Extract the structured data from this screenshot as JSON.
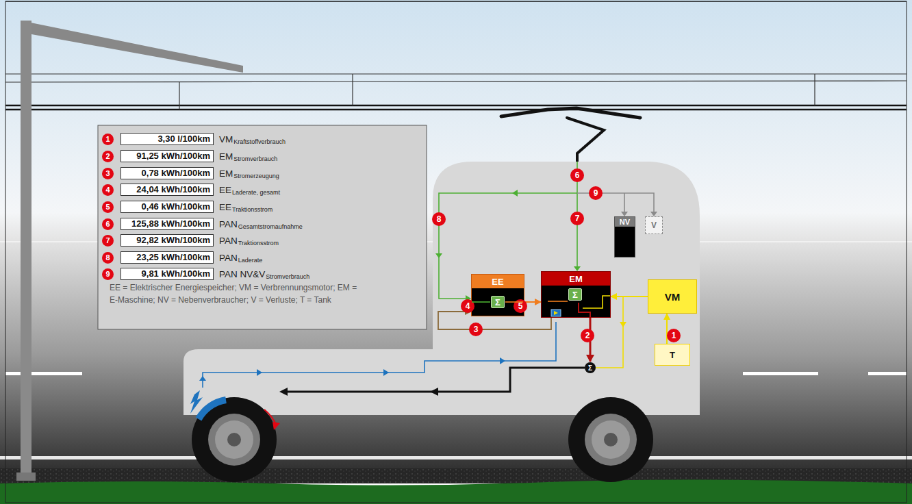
{
  "diagram": {
    "nodes": [
      {
        "text": [
          "EE"
        ]
      },
      {
        "text": [
          "EM"
        ]
      },
      {
        "text": [
          "VM"
        ]
      },
      {
        "text": [
          "T"
        ]
      },
      {
        "text": [
          "NV"
        ]
      },
      {
        "text": [
          "V"
        ]
      }
    ],
    "edges": [
      {
        "from": 3,
        "to": 2,
        "arrow": "to"
      },
      {
        "from": 2,
        "to": 1,
        "arrow": "to"
      },
      {
        "from": 0,
        "to": 1,
        "arrow": "to"
      },
      {
        "from": 1,
        "to": 0,
        "arrow": "to"
      }
    ],
    "labels": [
      "1",
      "3,30 l/100km",
      "VM",
      "Kraftstoffverbrauch",
      "2",
      "91,25 kWh/100km",
      "EM",
      "Stromverbrauch",
      "3",
      "0,78 kWh/100km",
      "EM",
      "Stromerzeugung",
      "4",
      "24,04 kWh/100km",
      "EE",
      "Laderate, gesamt",
      "5",
      "0,46 kWh/100km",
      "EE",
      "Traktionsstrom",
      "6",
      "125,88 kWh/100km",
      "PAN",
      "Gesamtstromaufnahme",
      "7",
      "92,82 kWh/100km",
      "PAN",
      "Traktionsstrom",
      "8",
      "23,25 kWh/100km",
      "PAN",
      "Laderate",
      "9",
      "9,81 kWh/100km",
      "PAN NV&V",
      "Stromverbrauch",
      "EE = Elektrischer Energiespeicher; VM = Verbrennungsmotor; EM = E-Maschine; NV = Nebenverbraucher; V = Verluste; T = Tank",
      "6",
      "9",
      "8",
      "7",
      "4",
      "5",
      "3",
      "2",
      "1",
      "Σ",
      "Σ",
      "Σ"
    ]
  }
}
